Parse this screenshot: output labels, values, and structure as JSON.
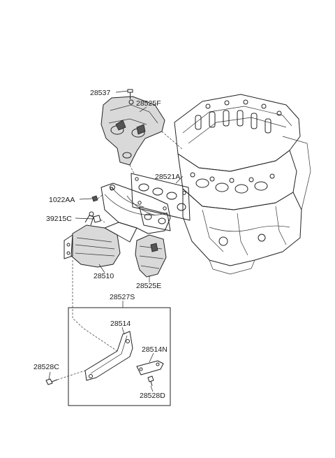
{
  "labels": {
    "p28537": "28537",
    "p28525F": "28525F",
    "p28521A": "28521A",
    "p1022AA": "1022AA",
    "p39215C": "39215C",
    "p28510": "28510",
    "p28525E": "28525E",
    "p28527S": "28527S",
    "p28514": "28514",
    "p28514N": "28514N",
    "p28528C": "28528C",
    "p28528D": "28528D"
  }
}
